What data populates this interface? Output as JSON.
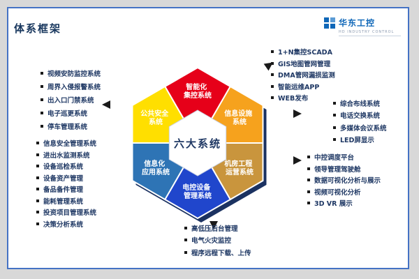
{
  "page": {
    "title": "体系框架"
  },
  "logo": {
    "name": "华东工控",
    "subtitle": "HD INDUSTRY CONTROL",
    "color": "#0f67b8"
  },
  "colors": {
    "border": "#4472c4",
    "list_text": "#1f3864",
    "shadow": "#1b3261"
  },
  "hexagon": {
    "center": "六大系统",
    "segments": [
      {
        "id": "intelligent-control",
        "line1": "智能化",
        "line2": "集控系统",
        "color": "#e60019"
      },
      {
        "id": "info-facility",
        "line1": "信息设施",
        "line2": "系统",
        "color": "#f6a21d"
      },
      {
        "id": "machine-room",
        "line1": "机房工程",
        "line2": "运营系统",
        "color": "#c9953d"
      },
      {
        "id": "electric-equipment",
        "line1": "电控设备",
        "line2": "管理系统",
        "color": "#2046cc"
      },
      {
        "id": "info-application",
        "line1": "信息化",
        "line2": "应用系统",
        "color": "#2e74b5"
      },
      {
        "id": "public-safety",
        "line1": "公共安全",
        "line2": "系统",
        "color": "#ffdf00"
      }
    ]
  },
  "lists": {
    "public_safety": {
      "items": [
        "视频安防监控系统",
        "周界入侵报警系统",
        "出入口门禁系统",
        "电子巡更系统",
        "停车管理系统"
      ]
    },
    "info_application": {
      "items": [
        "信息安全管理系统",
        "进出水监测系统",
        "设备巡检系统",
        "设备资产管理",
        "备品备件管理",
        "能耗管理系统",
        "投资项目管理系统",
        "决策分析系统"
      ]
    },
    "intelligent_control": {
      "items": [
        "1+N集控SCADA",
        "GIS地图管网管理",
        "DMA管网漏损监测",
        "智能运维APP",
        "WEB发布"
      ]
    },
    "info_facility": {
      "items": [
        "综合布线系统",
        "电话交换系统",
        "多媒体会议系统",
        "LED屏显示"
      ]
    },
    "machine_room": {
      "items": [
        "中控调度平台",
        "领导管理驾驶舱",
        "数据可视化分析与展示",
        "视频可视化分析",
        "3D VR 展示"
      ]
    },
    "electric_equipment": {
      "items": [
        "高低压后台管理",
        "电气火灾监控",
        "程序远程下载、上传"
      ]
    }
  }
}
